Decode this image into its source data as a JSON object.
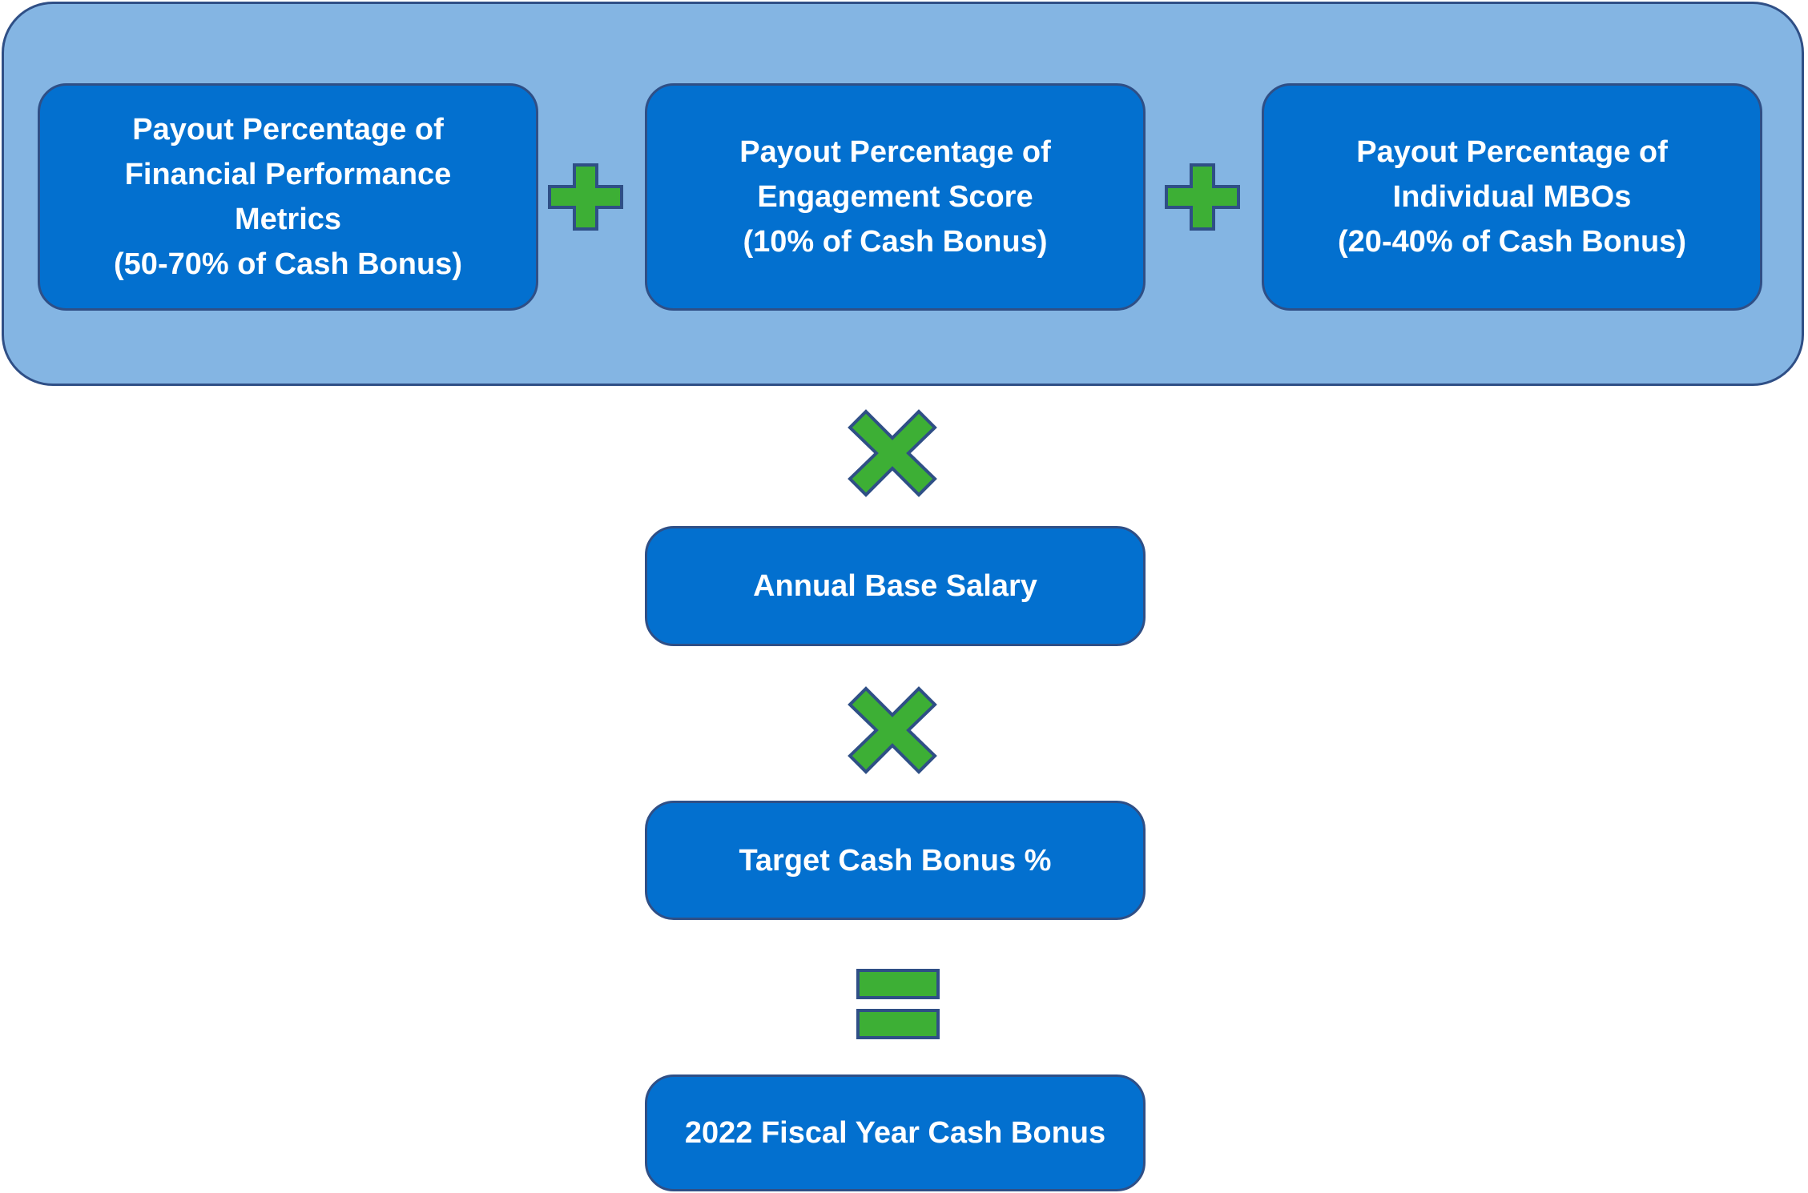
{
  "colors": {
    "container_fill": "#84b5e3",
    "box_fill": "#0370cf",
    "outline": "#2f4f86",
    "operator_green": "#3daf35",
    "text": "#ffffff"
  },
  "components": [
    {
      "lines": [
        "Payout Percentage of",
        "Financial Performance",
        "Metrics",
        "(50-70% of Cash Bonus)"
      ]
    },
    {
      "lines": [
        "Payout Percentage of",
        "Engagement Score",
        "(10% of Cash Bonus)"
      ]
    },
    {
      "lines": [
        "Payout Percentage of",
        "Individual MBOs",
        "(20-40% of Cash Bonus)"
      ]
    }
  ],
  "operators": {
    "plus_icon": "plus-icon",
    "multiply_icon": "multiply-icon",
    "equals_icon": "equals-icon"
  },
  "steps": {
    "base_salary": "Annual Base Salary",
    "target_bonus": "Target Cash Bonus %",
    "result": "2022 Fiscal Year Cash Bonus"
  }
}
